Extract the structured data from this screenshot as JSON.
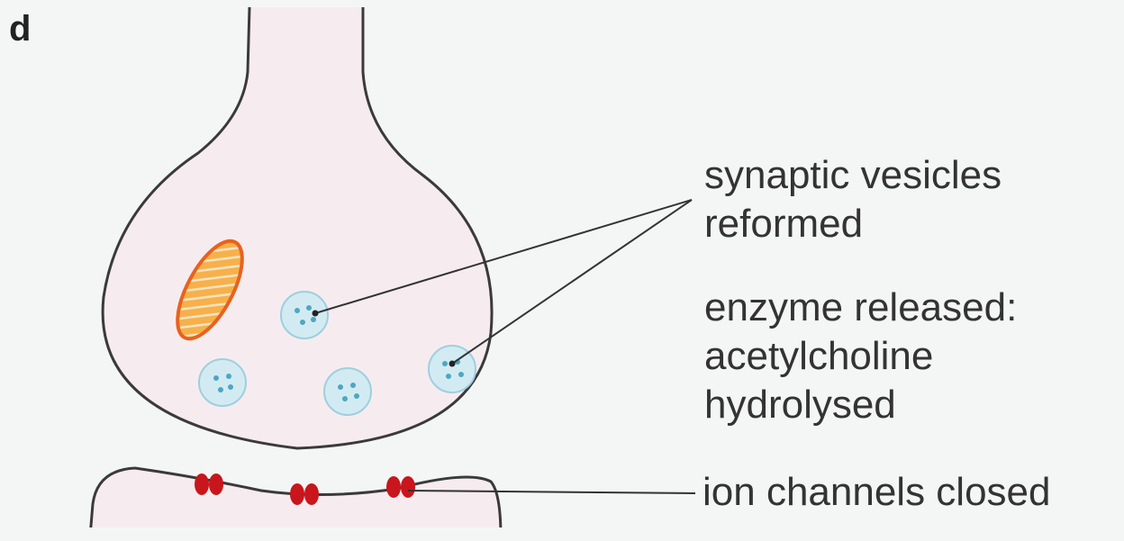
{
  "panel_letter": "d",
  "labels": {
    "vesicles_line1": "synaptic vesicles",
    "vesicles_line2": "reformed",
    "enzyme_line1": "enzyme released:",
    "enzyme_line2": "acetylcholine",
    "enzyme_line3": "hydrolysed",
    "ion_channels": "ion channels closed"
  },
  "colors": {
    "membrane_stroke": "#3a3a3a",
    "terminal_fill": "#f6ecef",
    "vesicle_fill": "#d2ebf3",
    "vesicle_dot": "#4fa6c0",
    "mitochondrion_fill": "#f7a93a",
    "mitochondrion_stroke": "#e8621f",
    "ion_channel": "#c8161c"
  }
}
